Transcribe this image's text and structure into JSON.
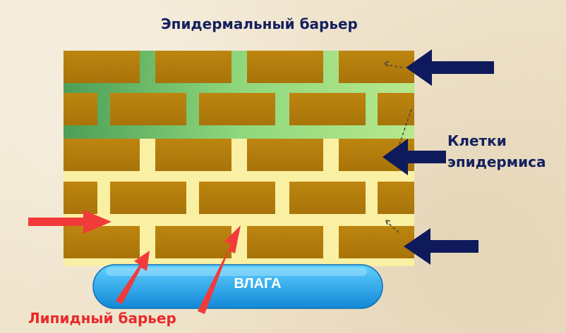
{
  "title": "Эпидермальный барьер",
  "cells_label": [
    "Клетки",
    "эпидермиса"
  ],
  "moisture_label": "ВЛАГА",
  "lipid_label": "Липидный барьер",
  "colors": {
    "background": "#efe4cc",
    "brick": "#b77f0c",
    "mortar_lower": "#fbf1a8",
    "mortar_upper": "#6fbf5e",
    "moisture": "#1ea7e6",
    "arrow_navy": "#0e1a5c",
    "arrow_red": "#f23a3a"
  }
}
